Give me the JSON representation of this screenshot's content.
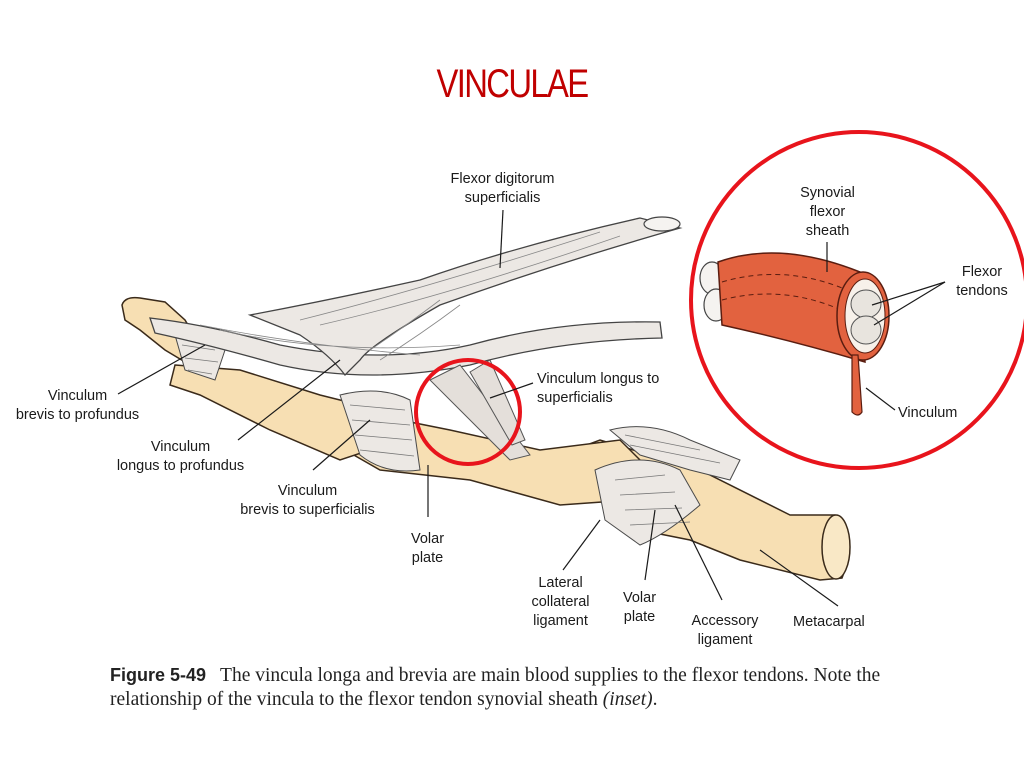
{
  "title": "VINCULAE",
  "labels": {
    "flexor_digitorum_1": "Flexor digitorum",
    "flexor_digitorum_2": "superficialis",
    "vinculum_longus_sup_1": "Vinculum longus to",
    "vinculum_longus_sup_2": "superficialis",
    "vinculum_brevis_prof_1": "Vinculum",
    "vinculum_brevis_prof_2": "brevis to profundus",
    "vinculum_longus_prof_1": "Vinculum",
    "vinculum_longus_prof_2": "longus to profundus",
    "vinculum_brevis_sup_1": "Vinculum",
    "vinculum_brevis_sup_2": "brevis to superficialis",
    "volar_plate_left_1": "Volar",
    "volar_plate_left_2": "plate",
    "lateral_collateral_1": "Lateral",
    "lateral_collateral_2": "collateral",
    "lateral_collateral_3": "ligament",
    "volar_plate_right_1": "Volar",
    "volar_plate_right_2": "plate",
    "accessory_1": "Accessory",
    "accessory_2": "ligament",
    "metacarpal": "Metacarpal"
  },
  "inset": {
    "synovial_1": "Synovial",
    "synovial_2": "flexor",
    "synovial_3": "sheath",
    "flexor_tendons_1": "Flexor",
    "flexor_tendons_2": "tendons",
    "vinculum": "Vinculum"
  },
  "caption": {
    "figure": "Figure 5-49",
    "text": "The vincula longa and brevia are main blood supplies to the flexor tendons. Note the relationship of the vincula to the flexor tendon synovial sheath",
    "inset_note": "(inset)",
    "end": "."
  },
  "colors": {
    "title": "#c00000",
    "circles": "#e8141c",
    "bone": "#f7dfb3",
    "sheath": "#e2623f"
  }
}
